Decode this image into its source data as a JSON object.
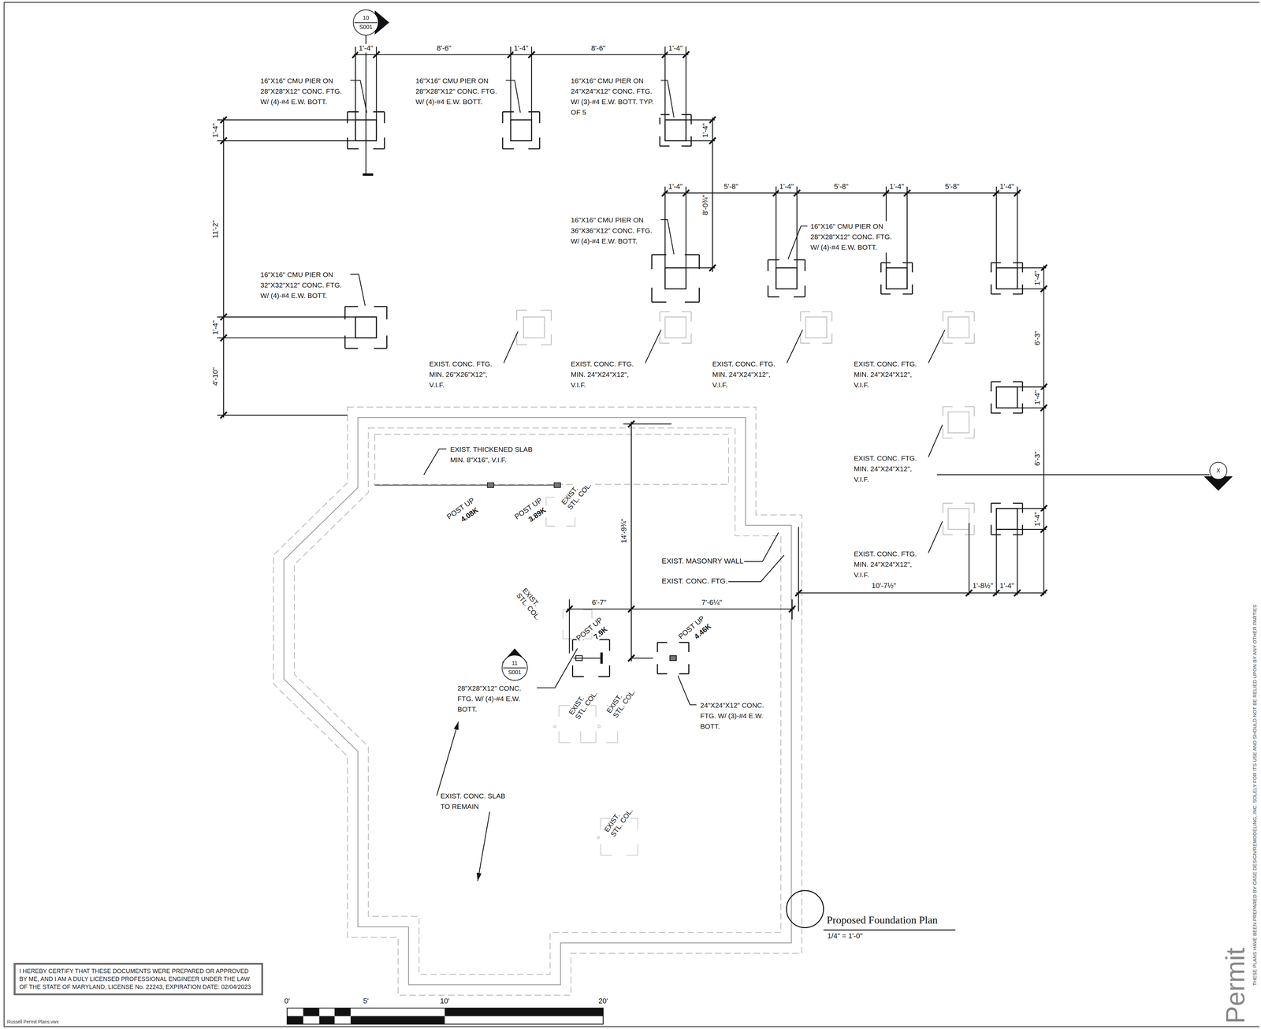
{
  "diagram": {
    "title": "Proposed Foundation Plan",
    "nodes": [
      {
        "text": [
          "10",
          "S001"
        ]
      },
      {
        "text": [
          "X"
        ]
      },
      {
        "text": [
          "11",
          "S001"
        ]
      },
      {
        "text": [
          "I HEREBY CERTIFY THAT THESE DOCUMENTS WERE PREPARED OR APPROVED BY ME, AND I AM A DULY LICENSED PROFESSIONAL ENGINEER UNDER THE LAW OF THE STATE OF MARYLAND, LICENSE No. 22243, EXPIRATION DATE: 02/04/2023"
        ]
      }
    ],
    "labels": [
      "1'-4\"",
      "8'-6\"",
      "1'-4\"",
      "8'-6\"",
      "1'-4\"",
      "16\"X16\" CMU PIER ON 28\"X28\"X12\" CONC. FTG. W/ (4)-#4 E.W. BOTT.",
      "16\"X16\" CMU PIER ON 28\"X28\"X12\" CONC. FTG. W/ (4)-#4 E.W. BOTT.",
      "16\"X16\" CMU PIER ON 24\"X24\"X12\" CONC. FTG. W/ (3)-#4 E.W. BOTT. TYP. OF 5",
      "1'-4\"",
      "11'-2\"",
      "1'-4\"",
      "4'-10\"",
      "16\"X16\" CMU PIER ON 32\"X32\"X12\" CONC. FTG. W/ (4)-#4 E.W. BOTT.",
      "1'-4\"",
      "8'-0¾\"",
      "1'-4\"",
      "5'-8\"",
      "1'-4\"",
      "5'-8\"",
      "1'-4\"",
      "5'-8\"",
      "1'-4\"",
      "16\"X16\" CMU PIER ON 36\"X36\"X12\" CONC. FTG. W/ (4)-#4 E.W. BOTT.",
      "16\"X16\" CMU PIER ON 28\"X28\"X12\" CONC. FTG. W/ (4)-#4 E.W. BOTT.",
      "EXIST. CONC. FTG. MIN. 26\"X26\"X12\", V.I.F.",
      "EXIST. CONC. FTG. MIN. 24\"X24\"X12\", V.I.F.",
      "EXIST. CONC. FTG. MIN. 24\"X24\"X12\", V.I.F.",
      "EXIST. CONC. FTG. MIN. 24\"X24\"X12\", V.I.F.",
      "1'-4\"",
      "6'-3\"",
      "1'-4\"",
      "6'-3\"",
      "1'-4\"",
      "EXIST. CONC. FTG. MIN. 24\"X24\"X12\", V.I.F.",
      "EXIST. CONC. FTG. MIN. 24\"X24\"X12\", V.I.F.",
      "10'-7½\"",
      "1'-8½\"",
      "1'-4\"",
      "EXIST. THICKENED SLAB MIN. 8\"X16\", V.I.F.",
      "POST UP",
      "4.08K",
      "POST UP",
      "3.89K",
      "EXIST. STL. COL.",
      "14'-9¾\"",
      "EXIST. MASONRY WALL",
      "EXIST. CONC. FTG.",
      "EXIST. STL. COL.",
      "6'-7\"",
      "7'-6¼\"",
      "POST UP",
      "7.9K",
      "POST UP",
      "4.46K",
      "28\"X28\"X12\" CONC. FTG. W/ (4)-#4 E.W. BOTT.",
      "24\"X24\"X12\" CONC. FTG. W/ (3)-#4 E.W. BOTT.",
      "EXIST. STL. COL.",
      "EXIST. STL. COL.",
      "EXIST. CONC. SLAB TO REMAIN",
      "EXIST. STL. COL.",
      "1/4\" = 1'-0\"",
      "0'",
      "5'",
      "10'",
      "20'",
      "Permit",
      "THESE PLANS HAVE BEEN PREPARED BY CASE DESIGN/REMODELING, INC. SOLELY FOR ITS USE AND SHOULD NOT BE RELIED UPON BY ANY OTHER PARTIES",
      "Russell Permit Plans.vwx"
    ]
  }
}
